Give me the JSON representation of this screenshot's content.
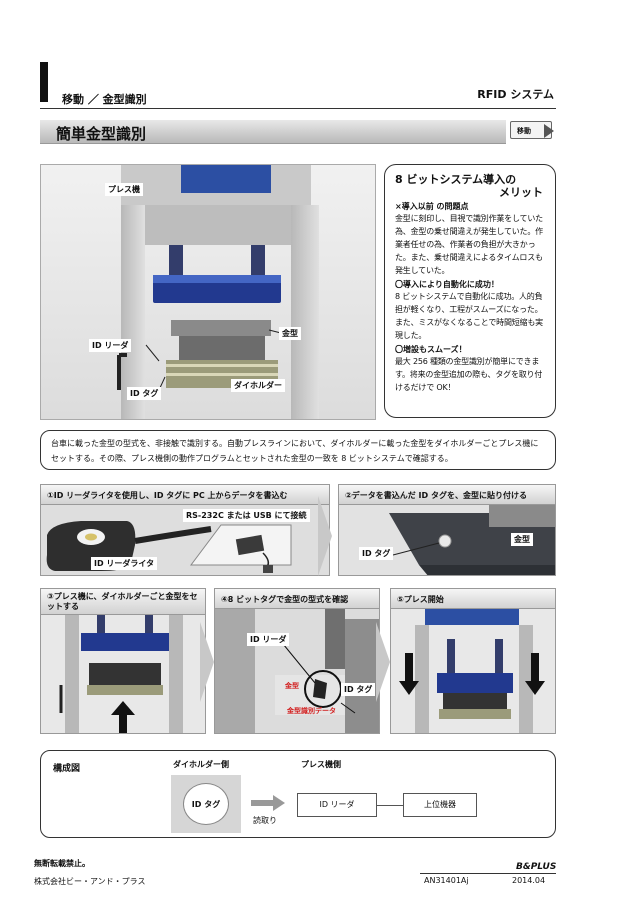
{
  "header": {
    "section": "移動 ／ 金型識別",
    "category": "RFID システム",
    "title": "簡単金型識別",
    "tag": "移動"
  },
  "main_image": {
    "labels": {
      "press": "プレス機",
      "id_reader": "ID リーダ",
      "die": "金型",
      "id_tag": "ID タグ",
      "die_holder": "ダイホルダー"
    }
  },
  "merit": {
    "title_line1": "8 ビットシステム導入の",
    "title_line2": "メリット",
    "sections": [
      {
        "heading": "×導入以前 の問題点",
        "body": "金型に刻印し、目視で識別作業をしていた為、金型の乗せ間違えが発生していた。作業者任せの為、作業者の負担が大きかった。また、乗せ間違えによるタイムロスも発生していた。"
      },
      {
        "heading": "〇導入により自動化に成功！",
        "body": "8 ビットシステムで自動化に成功。人的負担が軽くなり、工程がスムーズになった。また、ミスがなくなることで時間短縮も実現した。"
      },
      {
        "heading": "〇増設もスムーズ！",
        "body": "最大 256 種類の金型識別が簡単にできます。将来の金型追加の際も、タグを取り付けるだけで OK！"
      }
    ]
  },
  "description": "台車に載った金型の型式を、非接触で識別する。自動プレスラインにおいて、ダイホルダーに載った金型をダイホルダーごとプレス機にセットする。その際、プレス機側の動作プログラムとセットされた金型の一致を 8 ビットシステムで確認する。",
  "steps": [
    {
      "label": "①ID リーダライタを使用し、ID タグに PC 上からデータを書込む",
      "notes": [
        "RS-232C または USB にて接続",
        "ID リーダライタ"
      ]
    },
    {
      "label": "②データを書込んだ ID タグを、金型に貼り付ける",
      "notes": [
        "ID タグ",
        "金型"
      ]
    },
    {
      "label": "③プレス機に、ダイホルダーごと金型をセットする",
      "notes": []
    },
    {
      "label": "④8 ビットタグで金型の型式を確認",
      "notes": [
        "ID リーダ",
        "ID タグ",
        "金型",
        "金型識別データ"
      ]
    },
    {
      "label": "⑤プレス開始",
      "notes": []
    }
  ],
  "config": {
    "title": "構成図",
    "die_side": "ダイホルダー側",
    "press_side": "プレス機側",
    "id_tag": "ID タグ",
    "read_label": "読取り",
    "id_reader": "ID リーダ",
    "host": "上位機器"
  },
  "footer": {
    "notice": "無断転載禁止。",
    "company": "株式会社ビー・アンド・プラス",
    "doc_no": "AN31401Aj",
    "date": "2014.04",
    "brand": "B&PLUS"
  },
  "colors": {
    "accent_blue": "#2c4fa3",
    "dark_blue": "#1d2f78",
    "panel_gray": "#d8d8d8",
    "text_red": "#d21f1f"
  }
}
